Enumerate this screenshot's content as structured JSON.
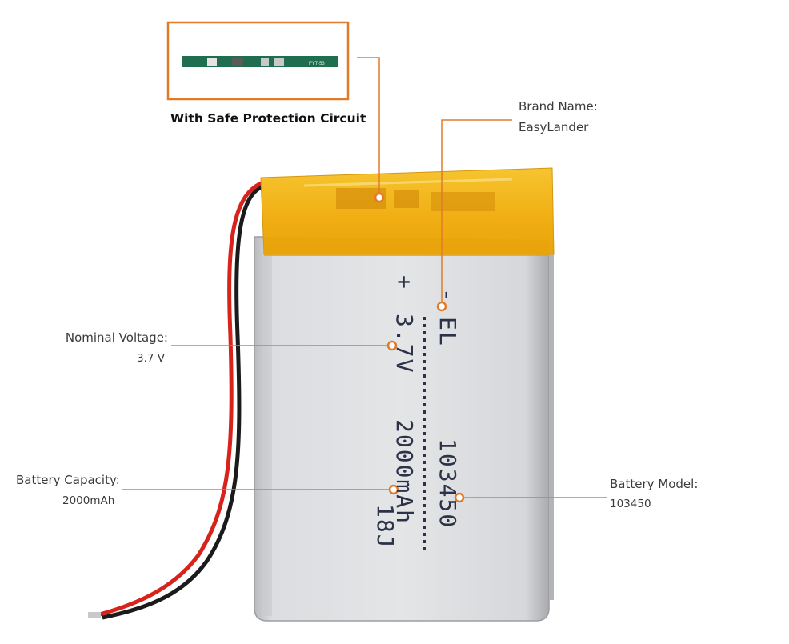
{
  "inset": {
    "caption": "With Safe Protection Circuit",
    "pcb_marking": "FYT-53"
  },
  "callouts": {
    "brand": {
      "heading": "Brand Name:",
      "value": "EasyLander"
    },
    "voltage": {
      "heading": "Nominal Voltage:",
      "value": "3.7 V"
    },
    "capacity": {
      "heading": "Battery  Capacity:",
      "value": "2000mAh"
    },
    "model": {
      "heading": "Battery Model:",
      "value": "103450"
    }
  },
  "battery_print": {
    "line_plus": "+",
    "line_minus": "-",
    "logo": "EL",
    "voltage": "3.7V",
    "model": "103450",
    "capacity": "2000mAh",
    "code": "18J"
  },
  "colors": {
    "accent": "#e07b2a",
    "cell_body": "#d9dadc",
    "kapton_tape": "#f2b316",
    "wire_red": "#d8231c",
    "wire_black": "#1b1b1b",
    "pcb_green": "#1f6e4f"
  }
}
